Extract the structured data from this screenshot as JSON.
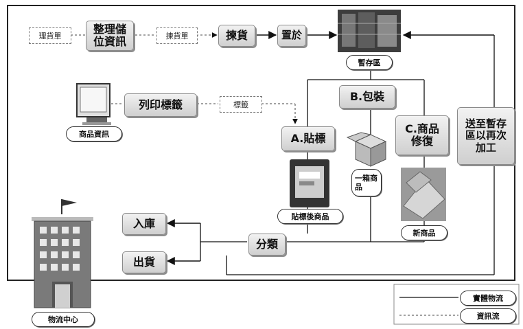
{
  "docs": {
    "picking_list_1": "理貨單",
    "picking_list_2": "揀貨單",
    "label_doc": "標籤"
  },
  "steps": {
    "organize_storage_info": "整理儲位資訊",
    "picking": "揀貨",
    "place": "置於",
    "print_label": "列印標籤",
    "labeling": "A.貼標",
    "packing": "B.包裝",
    "repair": "C.商品修復",
    "return_to_staging": "送至暫存區以再次加工",
    "sorting": "分類",
    "warehousing": "入庫",
    "shipping": "出貨"
  },
  "captions": {
    "staging_area": "暫存區",
    "product_info": "商品資訊",
    "labeled_product": "貼標後商品",
    "boxed_product": "一箱商品",
    "new_product": "新商品",
    "logistics_center": "物流中心"
  },
  "legend": {
    "physical_flow": "實體物流",
    "information_flow": "資訊流"
  }
}
